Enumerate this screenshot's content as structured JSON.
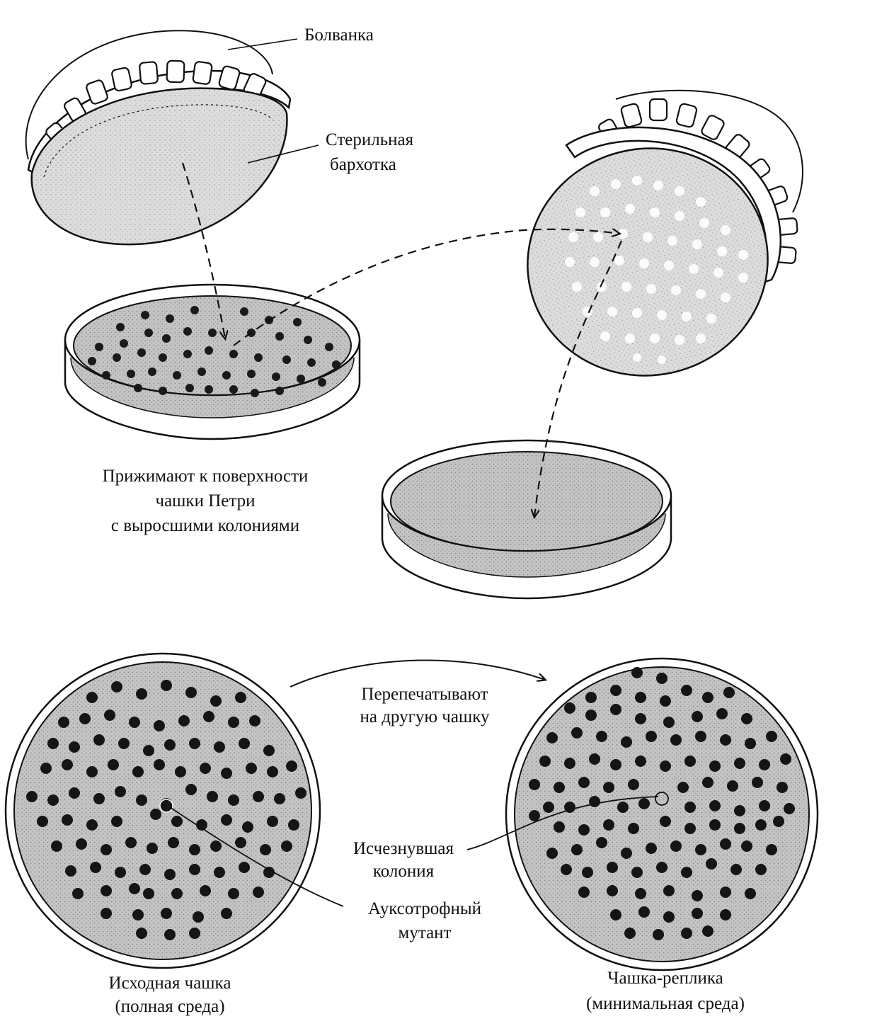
{
  "labels": {
    "stamp": "Болванка",
    "velvet_line1": "Стерильная",
    "velvet_line2": "бархотка",
    "press_line1": "Прижимают  к поверхности",
    "press_line2": "чашки Петри",
    "press_line3": "с выросшими колониями",
    "transfer_line1": "Перепечатывают",
    "transfer_line2": "на другую чашку",
    "missing_line1": "Исчезнувшая",
    "missing_line2": "колония",
    "auxotroph_line1": "Ауксотрофный",
    "auxotroph_line2": "мутант",
    "original_line1": "Исходная чашка",
    "original_line2": "(полная   среда)",
    "replica_line1": "Чашка-реплика",
    "replica_line2": "(минимальная среда)"
  },
  "colors": {
    "ink": "#111111",
    "agar": "#b9b9b9",
    "velvet": "#cfcfcf",
    "paper": "#ffffff"
  }
}
